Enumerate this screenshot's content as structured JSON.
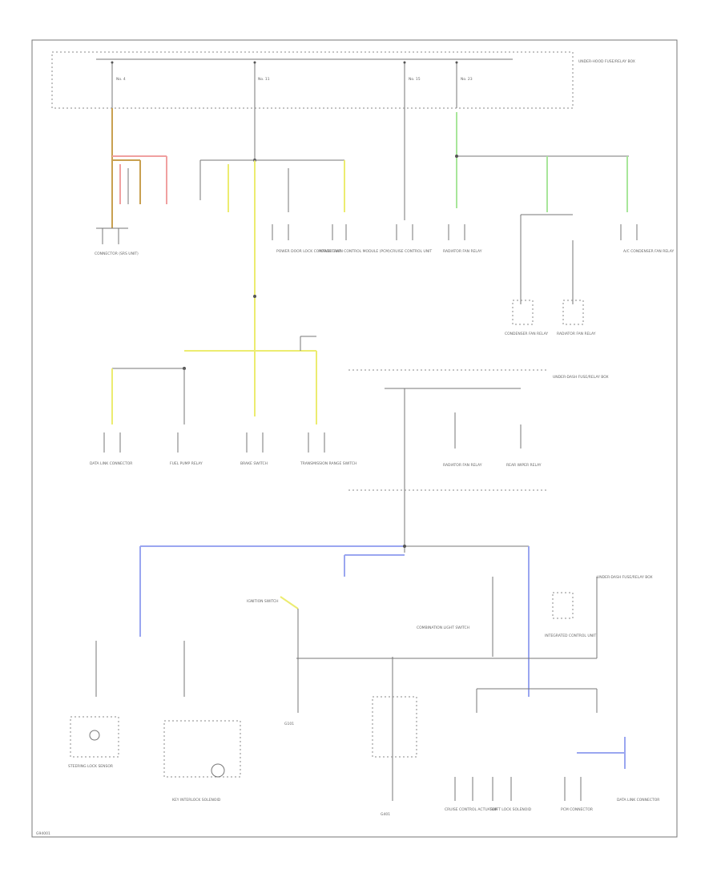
{
  "diagram": {
    "labels": {
      "fuse_box_top": "UNDER-HOOD FUSE/RELAY BOX",
      "fuse_box_mid": "UNDER-DASH FUSE/RELAY BOX",
      "fuse_box_low": "UNDER-DASH FUSE/RELAY BOX",
      "ignition_switch": "IGNITION SWITCH",
      "g101": "G101",
      "g401": "G401",
      "footer_code": "G94001"
    },
    "fuses_top": [
      "No. 4",
      "No. 11",
      "No. 15",
      "No. 23"
    ],
    "components_row1": [
      "CONNECTOR (SRS UNIT)",
      "POWER DOOR LOCK CONTROL UNIT",
      "POWERTRAIN CONTROL MODULE (PCM)",
      "CRUISE CONTROL UNIT",
      "RADIATOR FAN RELAY",
      "A/C CONDENSER FAN RELAY",
      "CONDENSER FAN RELAY",
      "RADIATOR FAN RELAY"
    ],
    "components_row2": [
      "DATA LINK CONNECTOR",
      "FUEL PUMP RELAY",
      "BRAKE SWITCH",
      "TRANSMISSION RANGE SWITCH"
    ],
    "components_low": [
      "RADIATOR FAN RELAY",
      "REAR WIPER RELAY",
      "STEERING LOCK SENSOR",
      "KEY INTERLOCK SOLENOID",
      "CRUISE CONTROL ACTUATOR",
      "SHIFT LOCK SOLENOID",
      "PCM CONNECTOR",
      "COMBINATION LIGHT SWITCH",
      "INTEGRATED CONTROL UNIT",
      "DATA LINK CONNECTOR"
    ],
    "wire_colors": {
      "yellow": "#ecec70",
      "green": "#a8e69a",
      "red": "#f0a0a0",
      "brown": "#c8a050",
      "blue": "#9aa6f0"
    }
  }
}
